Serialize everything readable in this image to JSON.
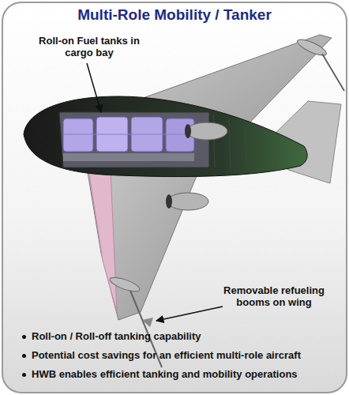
{
  "diagram": {
    "title": "Multi-Role Mobility / Tanker",
    "labels": [
      "Roll-on Fuel tanks in cargo bay",
      "Removable refueling booms on wing",
      "Roll-on / Roll-off tanking capability",
      "Potential cost savings for an efficient multi-role aircraft",
      "HWB enables efficient tanking and mobility operations"
    ]
  }
}
